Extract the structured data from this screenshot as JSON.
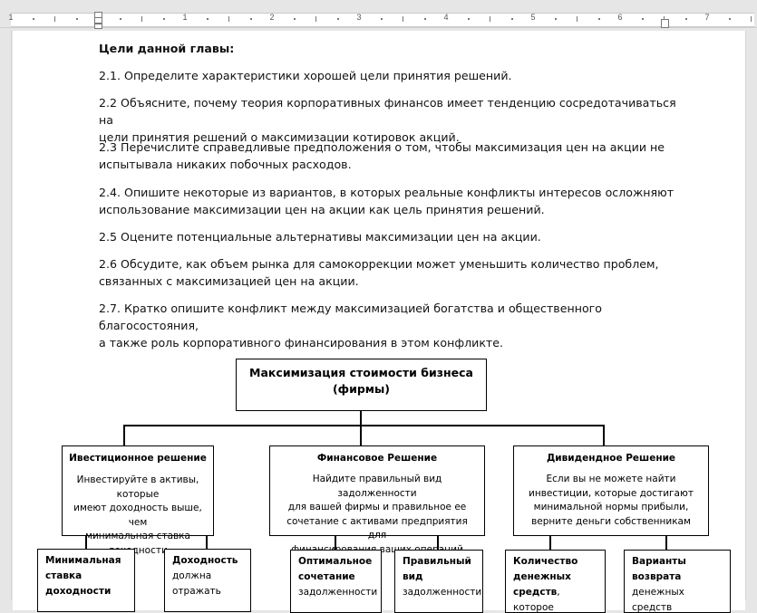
{
  "ruler": {
    "numbers": [
      "1",
      "1",
      "2",
      "3",
      "4",
      "5",
      "6",
      "7"
    ]
  },
  "document": {
    "heading": "Цели данной главы:",
    "paragraphs": [
      {
        "line1": "2.1. Определите характеристики хорошей цели принятия решений.",
        "line2": ""
      },
      {
        "line1": "2.2  Объясните, почему теория корпоративных финансов имеет тенденцию сосредотачиваться на",
        "line2": "цели принятия решений о максимизации котировок акций."
      },
      {
        "line1": "2.3 Перечислите справедливые предположения о том, чтобы максимизация цен на акции не",
        "line2": "испытывала никаких побочных расходов."
      },
      {
        "line1": "2.4. Опишите некоторые из вариантов, в которых реальные конфликты интересов осложняют",
        "line2": "использование максимизации цен на акции как цель принятия решений."
      },
      {
        "line1": "2.5 Оцените потенциальные альтернативы максимизации цен на акции.",
        "line2": ""
      },
      {
        "line1": "2.6 Обсудите, как объем рынка для самокоррекции может уменьшить количество проблем,",
        "line2": "связанных с максимизацией цен на акции."
      },
      {
        "line1": "2.7. Кратко опишите конфликт между максимизацией богатства и общественного благосостояния,",
        "line2": "а также роль корпоративного финансирования в этом конфликте."
      }
    ]
  },
  "diagram": {
    "root": {
      "line1": "Максимизация стоимости бизнеса",
      "line2": "(фирмы)"
    },
    "branches": [
      {
        "title": "Ивестиционное решение",
        "body": [
          "Инвестируйте в активы, которые",
          "имеют доходность выше, чем",
          "минимальная ставка доходности"
        ]
      },
      {
        "title": "Финансовое Решение",
        "body": [
          "Найдите правильный вид задолженности",
          "для вашей фирмы и правильное ее",
          "сочетание с активами предприятия для",
          "финансирования ваших операций"
        ]
      },
      {
        "title": "Дивидендное Решение",
        "body": [
          "Если вы не можете найти",
          "инвестиции, которые достигают",
          "минимальной нормы прибыли,",
          "верните деньги собственникам"
        ]
      }
    ],
    "leaves": [
      {
        "bold": [
          "Минимальная",
          "ставка",
          "доходности"
        ],
        "normal": []
      },
      {
        "bold": [
          "Доходность"
        ],
        "normal": [
          "должна",
          "отражать"
        ]
      },
      {
        "bold": [
          "Оптимальное",
          "сочетание"
        ],
        "normal": [
          "задолженности"
        ]
      },
      {
        "bold": [
          "Правильный",
          "вид"
        ],
        "normal": [
          "задолженности"
        ]
      },
      {
        "bold": [
          "Количество",
          "денежных",
          "средств"
        ],
        "normal_suffix": ", которое"
      },
      {
        "bold": [
          "Варианты",
          "возврата"
        ],
        "normal": [
          "денежных средств"
        ]
      }
    ]
  }
}
